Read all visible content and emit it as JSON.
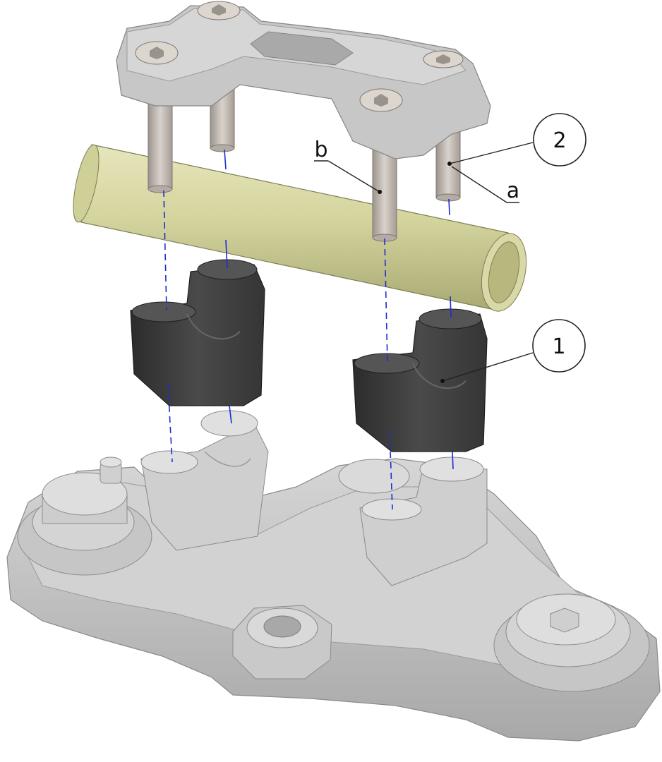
{
  "callouts": {
    "one": "1",
    "two": "2",
    "a": "a",
    "b": "b"
  },
  "colors": {
    "clamp_metal": "#c9c9c9",
    "clamp_dark": "#9d9d9d",
    "riser": "#3e3e3e",
    "riser_light": "#5a5a5a",
    "handlebar": "#d8d8a6",
    "handlebar_dark": "#b6b67f",
    "axis_line": "#1c2bd6"
  }
}
